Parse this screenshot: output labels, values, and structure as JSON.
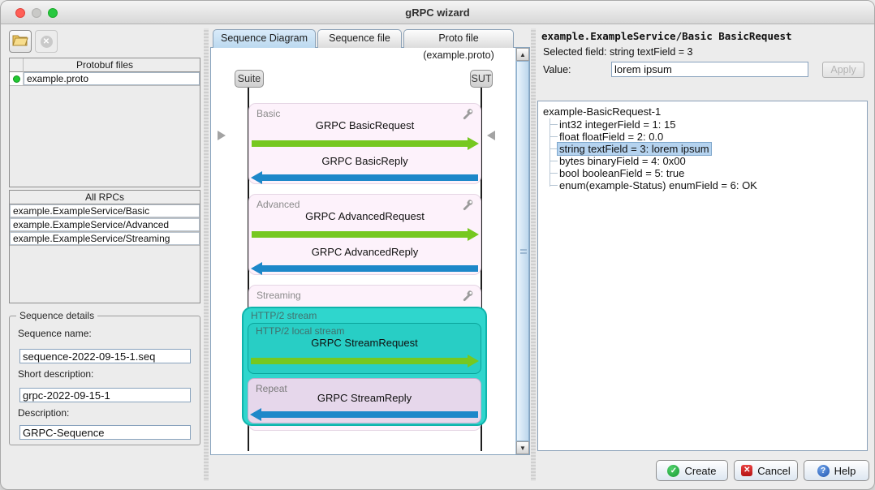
{
  "window": {
    "title": "gRPC wizard"
  },
  "left": {
    "protobuf": {
      "header": "Protobuf files",
      "files": [
        {
          "name": "example.proto"
        }
      ]
    },
    "rpcs": {
      "header": "All RPCs",
      "items": [
        "example.ExampleService/Basic",
        "example.ExampleService/Advanced",
        "example.ExampleService/Streaming"
      ]
    },
    "details": {
      "title": "Sequence details",
      "name_label": "Sequence name:",
      "name_value": "sequence-2022-09-15-1.seq",
      "short_label": "Short description:",
      "short_value": "grpc-2022-09-15-1",
      "desc_label": "Description:",
      "desc_value": "GRPC-Sequence"
    }
  },
  "center": {
    "tabs": [
      "Sequence Diagram",
      "Sequence file",
      "Proto file (example.proto)"
    ],
    "actors": {
      "left": "Suite",
      "right": "SUT"
    },
    "basic": {
      "label": "Basic",
      "request": "GRPC BasicRequest",
      "reply": "GRPC BasicReply"
    },
    "advanced": {
      "label": "Advanced",
      "request": "GRPC AdvancedRequest",
      "reply": "GRPC AdvancedReply"
    },
    "streaming": {
      "label": "Streaming",
      "http2_stream": "HTTP/2 stream",
      "local_stream": "HTTP/2 local stream",
      "request": "GRPC StreamRequest",
      "repeat_label": "Repeat",
      "reply": "GRPC StreamReply"
    },
    "scrollbar": {
      "up": "▲",
      "down": "▼"
    }
  },
  "right": {
    "title": "example.ExampleService/Basic BasicRequest",
    "selected_field": "Selected field: string textField = 3",
    "value_label": "Value:",
    "value": "lorem ipsum",
    "apply_label": "Apply",
    "tree": {
      "root": "example-BasicRequest-1",
      "items": [
        "int32 integerField = 1: 15",
        "float floatField = 2: 0.0",
        "string textField = 3: lorem ipsum",
        "bytes binaryField = 4: 0x00",
        "bool booleanField = 5: true",
        "enum(example-Status) enumField = 6: OK"
      ],
      "selected_index": 2
    }
  },
  "footer": {
    "create": "Create",
    "cancel": "Cancel",
    "help": "Help"
  },
  "colors": {
    "arrow_green": "#76c820",
    "arrow_blue": "#1d88c9",
    "stream_cyan": "#2fd6cd",
    "block_pink": "#fdf2fb",
    "repeat_lavender": "#e6d7eb",
    "status_green": "#22c832",
    "tab_selected": "#cfe5f7"
  }
}
